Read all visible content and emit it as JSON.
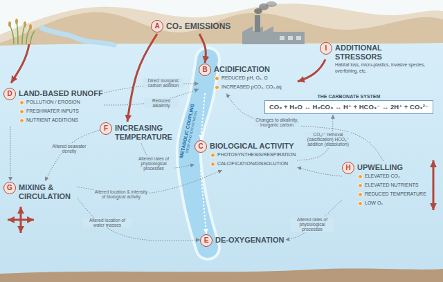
{
  "diagram": {
    "nodes": [
      {
        "text": [
          "A",
          "CO₂ EMISSIONS"
        ]
      },
      {
        "text": [
          "I",
          "ADDITIONAL STRESSORS",
          "Habitat loss, micro-plastics, invasive species, overfishing, etc."
        ]
      },
      {
        "text": [
          "B",
          "ACIDIFICATION",
          "REDUCED pH, O₂, Ω",
          "INCREASED pCO₂, CO₂,aq"
        ]
      },
      {
        "text": [
          "D",
          "LAND-BASED RUNOFF",
          "POLLUTION / EROSION",
          "FRESHWATER INPUTS",
          "NUTRIENT ADDITIONS"
        ]
      },
      {
        "text": [
          "THE CARBONATE SYSTEM",
          "CO₂ + H₂O ↔ H₂CO₃ ↔ H⁺ + HCO₃⁻ ↔ 2H⁺ + CO₃²⁻"
        ]
      },
      {
        "text": [
          "F",
          "INCREASING TEMPERATURE"
        ]
      },
      {
        "text": [
          "METABOLIC COUPLING",
          "RESP./PHOTOSYNTHESIS"
        ]
      },
      {
        "text": [
          "C",
          "BIOLOGICAL ACTIVITY",
          "PHOTOSYNTHESIS/RESPIRATION",
          "CALCIFICATION/DISSOLUTION"
        ]
      },
      {
        "text": [
          "H",
          "UPWELLING",
          "ELEVATED CO₂",
          "ELEVATED NUTRIENTS",
          "REDUCED TEMPERATURE",
          "LOW O₂"
        ]
      },
      {
        "text": [
          "G",
          "MIXING & CIRCULATION"
        ]
      },
      {
        "text": [
          "E",
          "DE-OXYGENATION"
        ]
      }
    ],
    "edges": [
      {
        "from": 0,
        "to": 5,
        "arrow": "to"
      },
      {
        "from": 0,
        "to": 2,
        "arrow": "to"
      },
      {
        "from": 3,
        "to": 2,
        "arrow": "to",
        "label": "Direct inorganic carbon addition"
      },
      {
        "from": 3,
        "to": 2,
        "arrow": "to",
        "label": "Reduced alkalinity"
      },
      {
        "from": 3,
        "to": 9,
        "arrow": "to"
      },
      {
        "from": 5,
        "to": 9,
        "arrow": "to",
        "label": "Altered seawater density"
      },
      {
        "from": 2,
        "to": 7,
        "arrow": "to"
      },
      {
        "from": 7,
        "to": 10,
        "arrow": "to"
      },
      {
        "from": 5,
        "to": 7,
        "arrow": "to",
        "label": "Altered rates of physiological processes"
      },
      {
        "from": 9,
        "to": 7,
        "arrow": "to",
        "label": "Altered location & intensity of biological activity"
      },
      {
        "from": 9,
        "to": 10,
        "arrow": "to",
        "label": "Altered location of water masses"
      },
      {
        "from": 8,
        "to": 2,
        "arrow": "to",
        "label": "Changes to alkalinity, inorganic carbon"
      },
      {
        "from": 7,
        "to": 4,
        "arrow": "to",
        "label": "CO₃²⁻ removal (calcification) HCO₃⁻ addition (dissolution)"
      },
      {
        "from": 8,
        "to": 7,
        "arrow": "to"
      },
      {
        "from": 8,
        "to": 10,
        "arrow": "to",
        "label": "Altered rates of physiological processes"
      }
    ]
  }
}
